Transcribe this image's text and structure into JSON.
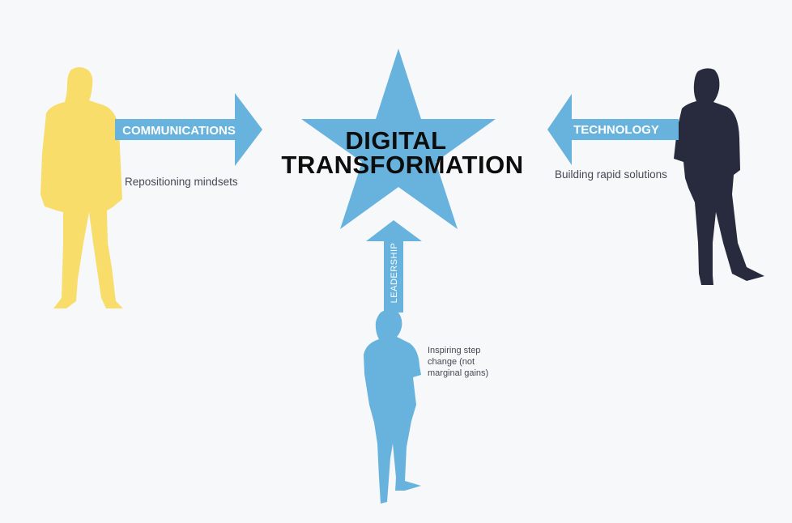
{
  "center": {
    "title_line1": "DIGITAL",
    "title_line2": "TRANSFORMATION"
  },
  "left": {
    "arrow_label": "COMMUNICATIONS",
    "caption": "Repositioning mindsets"
  },
  "right": {
    "arrow_label": "TECHNOLOGY",
    "caption": "Building rapid solutions"
  },
  "bottom": {
    "arrow_label": "LEADERSHIP",
    "caption_lines": [
      "Inspiring step",
      "change (not",
      "marginal gains)"
    ]
  },
  "icons": {
    "left_figure": "person-silhouette-icon",
    "right_figure": "person-silhouette-icon",
    "bottom_figure": "person-silhouette-icon",
    "center": "star-icon"
  },
  "colors": {
    "background": "#f6f8fa",
    "accent_blue": "#67b3de",
    "yellow": "#f9dd6b",
    "navy": "#272b3d",
    "title": "#0d0d0d",
    "caption": "#444a52"
  }
}
